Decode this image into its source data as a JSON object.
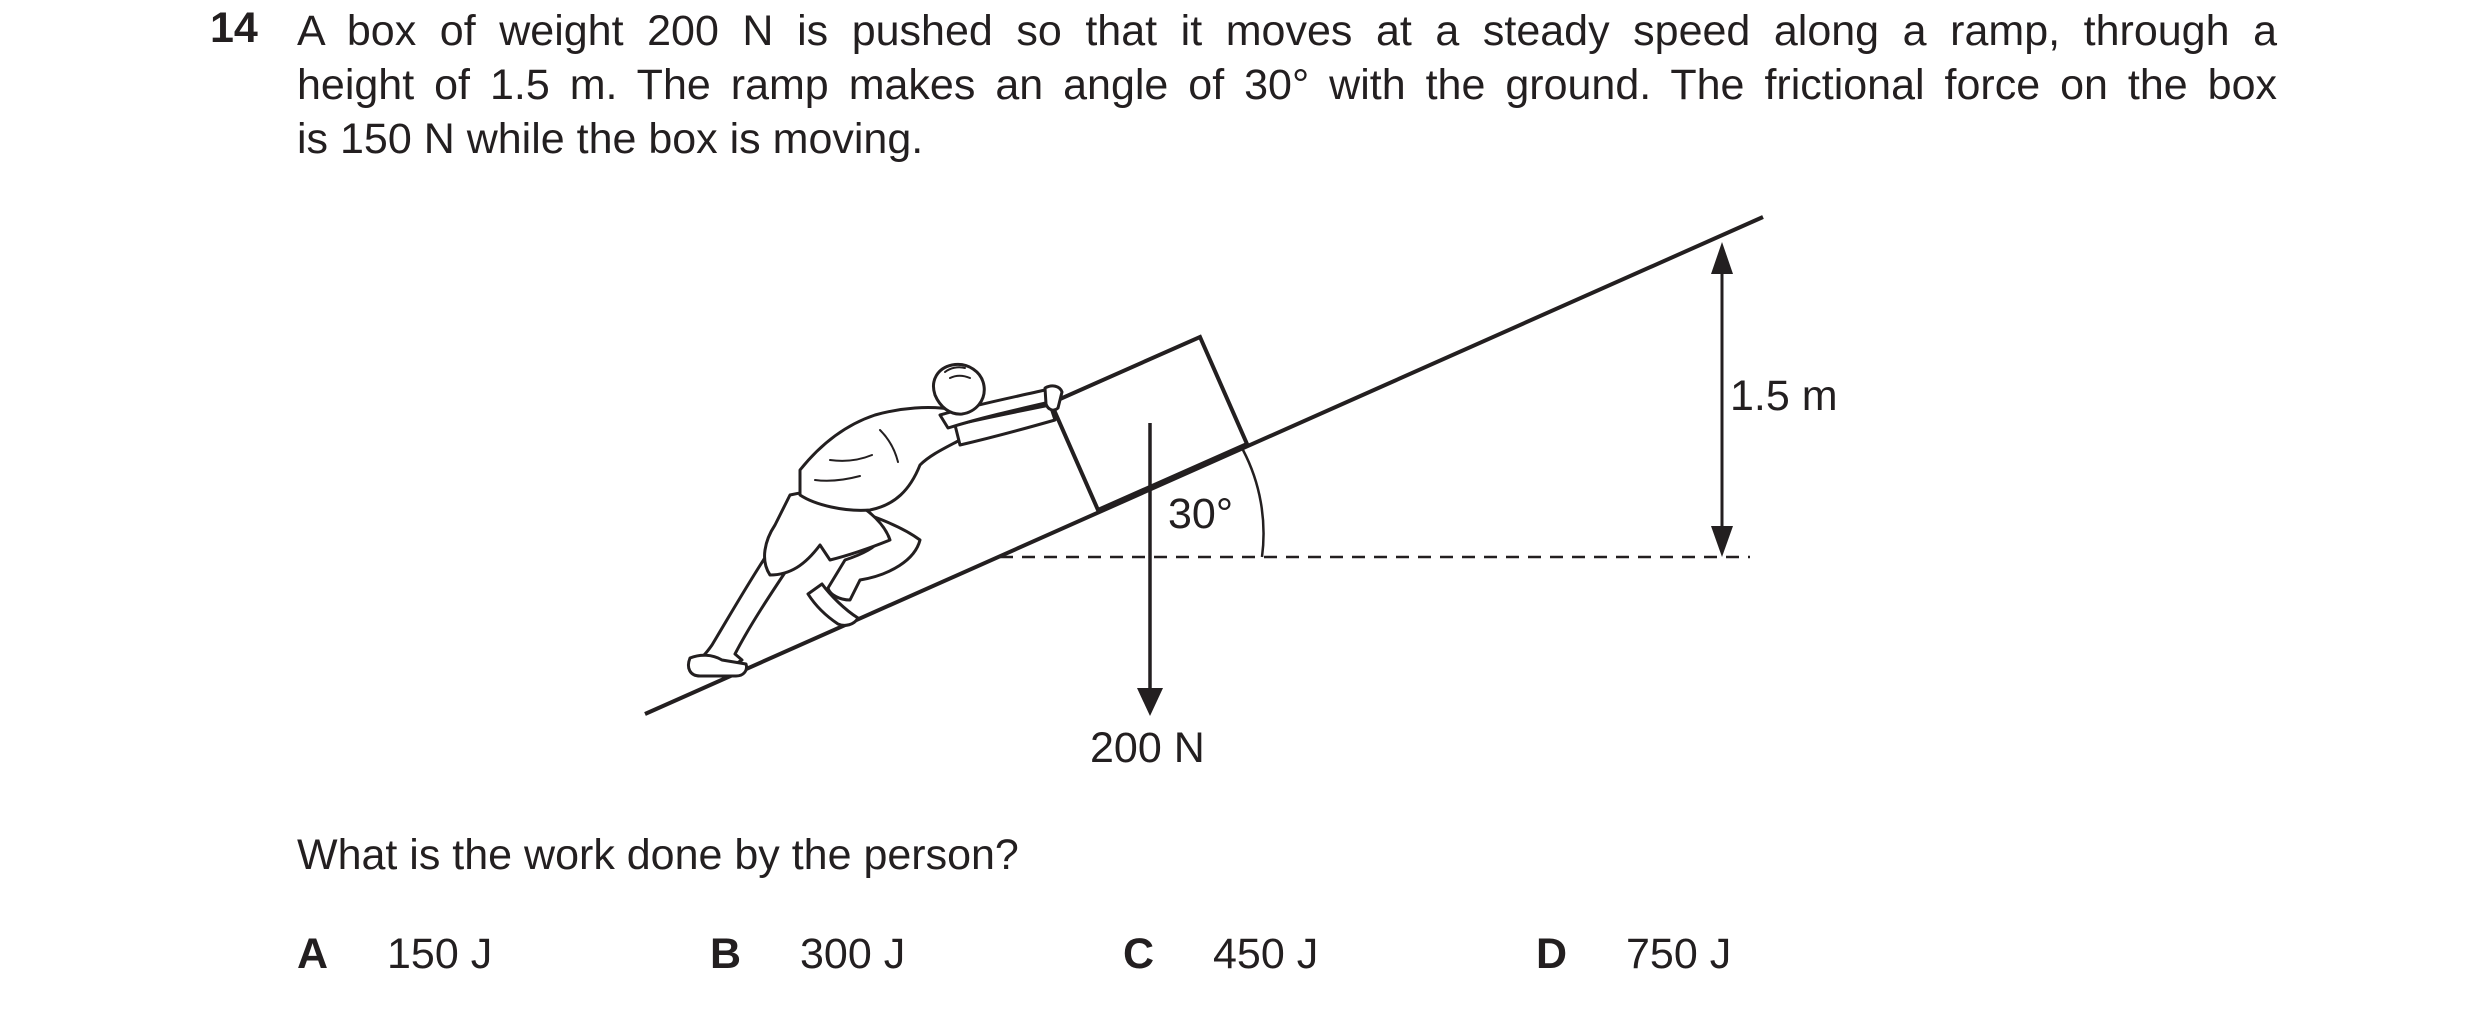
{
  "question": {
    "number": "14",
    "lines": [
      "A box of weight 200 N is pushed so that it moves at a steady speed along a ramp, through a",
      "height of 1.5 m. The ramp makes an angle of 30° with the ground. The frictional force on the box",
      "is 150 N while the box is moving."
    ],
    "prompt": "What is the work done by the person?"
  },
  "diagram": {
    "height_label": "1.5 m",
    "angle_label": "30°",
    "weight_label": "200 N"
  },
  "options": [
    {
      "letter": "A",
      "value": "150 J"
    },
    {
      "letter": "B",
      "value": "300 J"
    },
    {
      "letter": "C",
      "value": "450 J"
    },
    {
      "letter": "D",
      "value": "750 J"
    }
  ]
}
